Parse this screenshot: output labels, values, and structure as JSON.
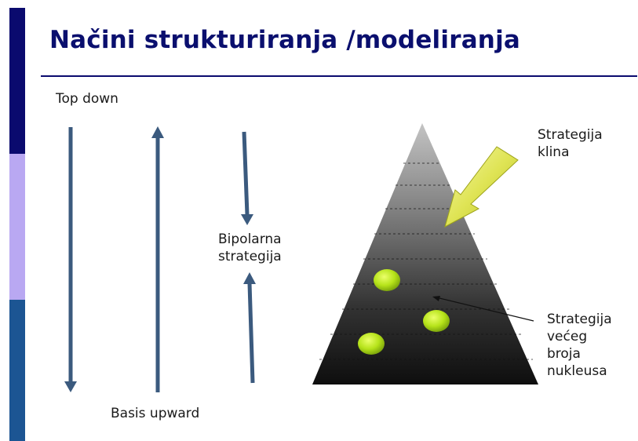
{
  "slide": {
    "title": "Načini strukturiranja /modeliranja"
  },
  "labels": {
    "top_down": "Top down",
    "basis_upward": "Basis upward",
    "bipolar": [
      "Bipolarna",
      "strategija"
    ],
    "wedge": [
      "Strategija",
      "klina"
    ],
    "nuclei": [
      "Strategija",
      "većeg",
      "broja",
      "nukleusa"
    ]
  },
  "colors": {
    "title": "#0a0f6e",
    "arrow": "#3b5a7e",
    "wedge_arrow": "#d9e24a",
    "nucleus": "#b4e01a"
  }
}
